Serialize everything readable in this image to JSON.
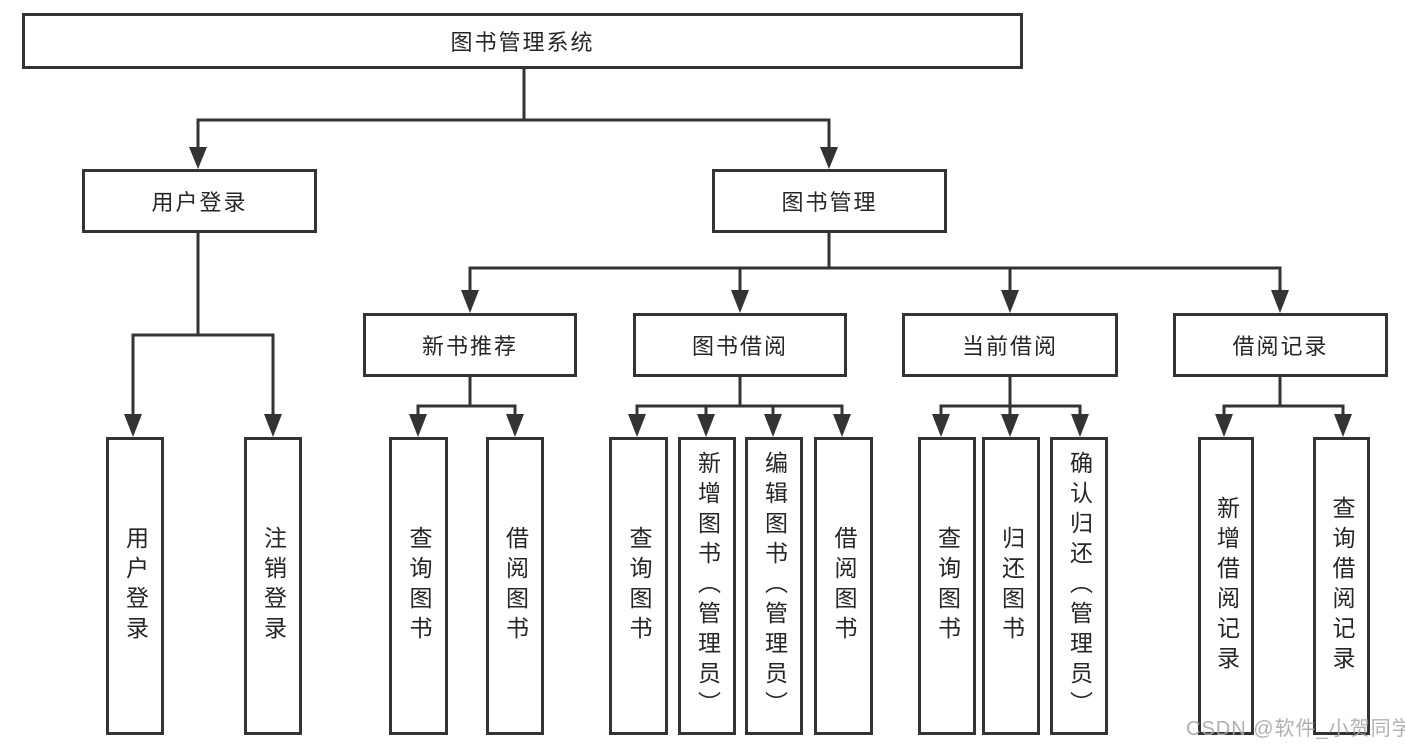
{
  "title": "图书管理系统",
  "level2": [
    {
      "label": "用户登录"
    },
    {
      "label": "图书管理"
    }
  ],
  "level3": [
    {
      "label": "新书推荐"
    },
    {
      "label": "图书借阅"
    },
    {
      "label": "当前借阅"
    },
    {
      "label": "借阅记录"
    }
  ],
  "leaves": [
    {
      "label": "用户登录"
    },
    {
      "label": "注销登录"
    },
    {
      "label": "查询图书"
    },
    {
      "label": "借阅图书"
    },
    {
      "label": "查询图书"
    },
    {
      "label": "新增图书（管理员）"
    },
    {
      "label": "编辑图书（管理员）"
    },
    {
      "label": "借阅图书"
    },
    {
      "label": "查询图书"
    },
    {
      "label": "归还图书"
    },
    {
      "label": "确认归还（管理员）"
    },
    {
      "label": "新增借阅记录"
    },
    {
      "label": "查询借阅记录"
    }
  ],
  "watermark": "CSDN @软件_小贺同学",
  "colors": {
    "line": "#333333",
    "box_border": "#333333",
    "box_fill": "#ffffff",
    "text": "#262626",
    "watermark": "#a8a8a8"
  }
}
